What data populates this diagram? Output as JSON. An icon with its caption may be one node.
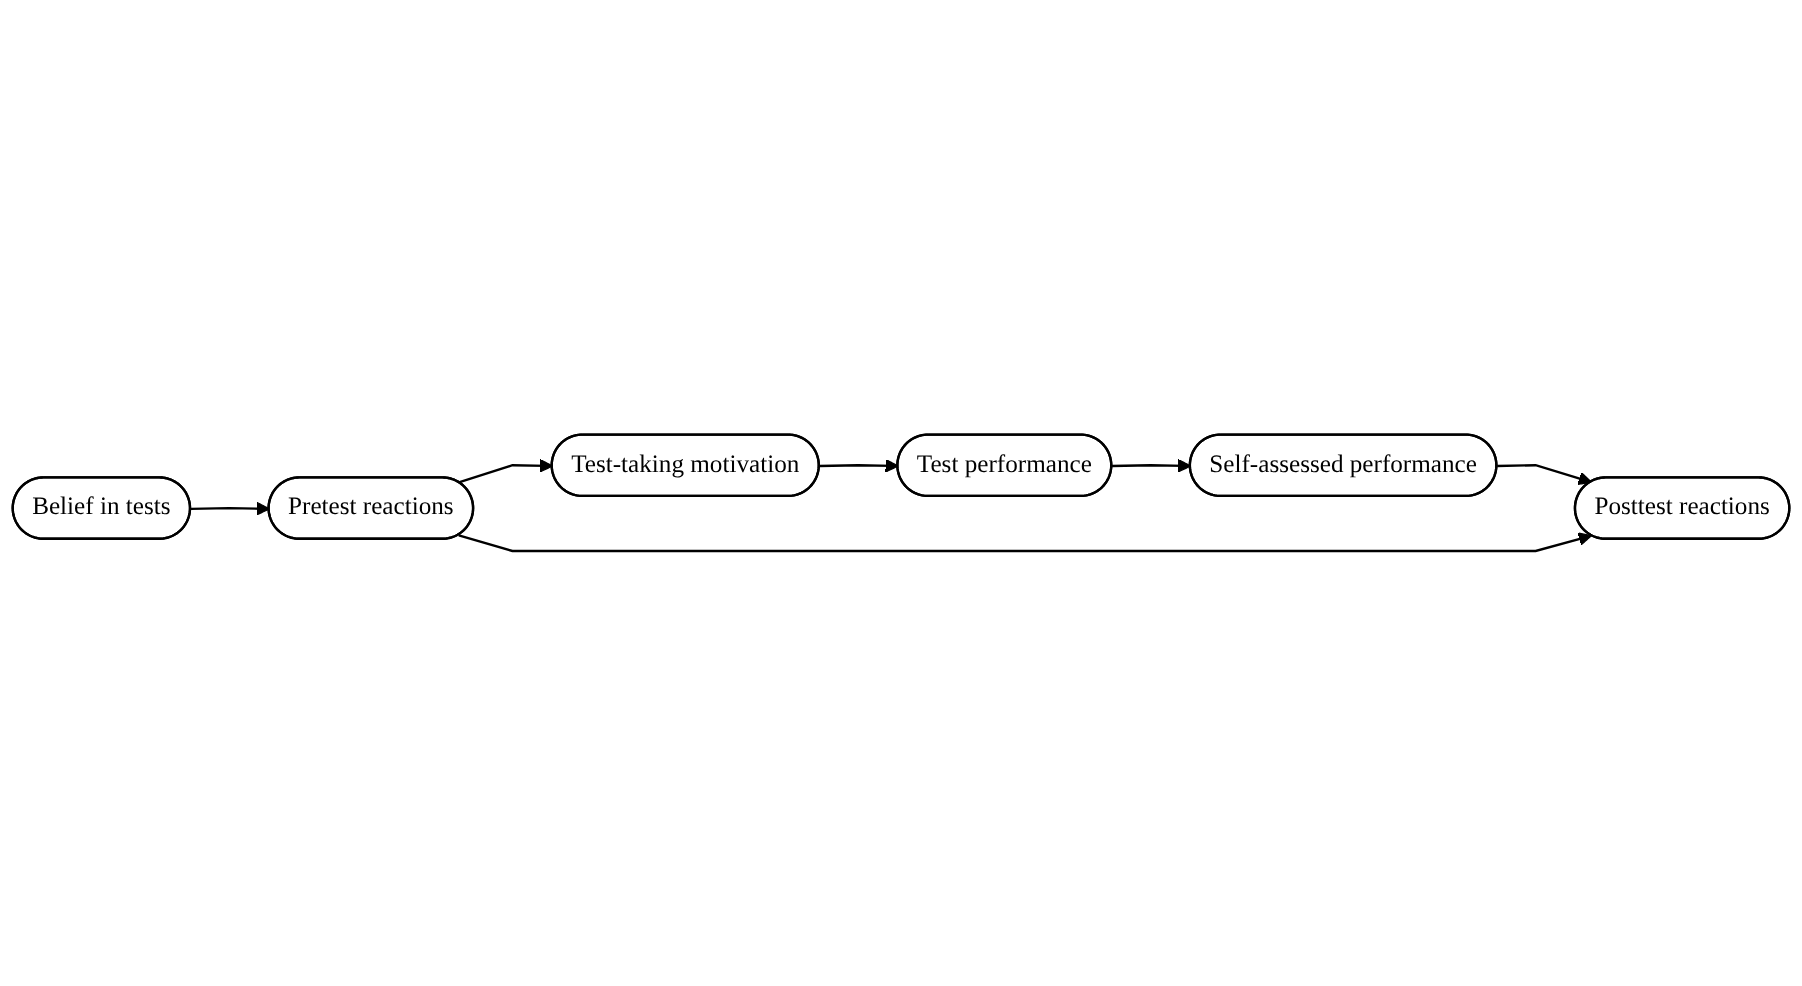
{
  "diagram": {
    "nodes": [
      {
        "text": [
          "Belief in tests"
        ]
      },
      {
        "text": [
          "Pretest reactions"
        ]
      },
      {
        "text": [
          "Test-taking motivation"
        ]
      },
      {
        "text": [
          "Test performance"
        ]
      },
      {
        "text": [
          "Self-assessed performance"
        ]
      },
      {
        "text": [
          "Posttest reactions"
        ]
      }
    ],
    "edges": [
      {
        "from": 0,
        "to": 1,
        "arrow": "to"
      },
      {
        "from": 1,
        "to": 2,
        "arrow": "to"
      },
      {
        "from": 2,
        "to": 3,
        "arrow": "to"
      },
      {
        "from": 3,
        "to": 4,
        "arrow": "to"
      },
      {
        "from": 4,
        "to": 5,
        "arrow": "to"
      },
      {
        "from": 1,
        "to": 5,
        "arrow": "to"
      }
    ]
  }
}
